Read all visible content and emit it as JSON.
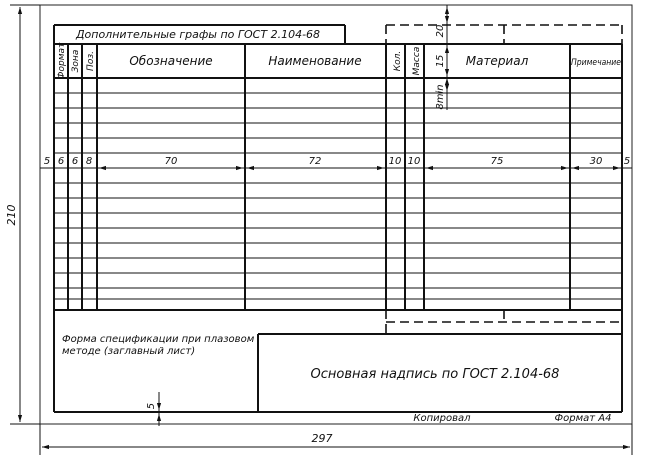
{
  "header": {
    "title": "Дополнительные графы по ГОСТ 2.104-68"
  },
  "columns": [
    {
      "key": "format",
      "label": "Формат",
      "width": "6"
    },
    {
      "key": "zone",
      "label": "Зона",
      "width": "6"
    },
    {
      "key": "pos",
      "label": "Поз.",
      "width": "8"
    },
    {
      "key": "designation",
      "label": "Обозначение",
      "width": "70"
    },
    {
      "key": "name",
      "label": "Наименование",
      "width": "72"
    },
    {
      "key": "qty",
      "label": "Кол.",
      "width": "10"
    },
    {
      "key": "mass",
      "label": "Масса",
      "width": "10"
    },
    {
      "key": "material",
      "label": "Материал",
      "width": "75"
    },
    {
      "key": "note",
      "label": "Примечание",
      "width": "30"
    }
  ],
  "margins": {
    "left": "5",
    "right": "5"
  },
  "vertical_dims": {
    "top": "20",
    "header": "15",
    "row_min": "8min",
    "bottom_gap": "5"
  },
  "overall": {
    "width": "297",
    "height": "210"
  },
  "bottom_left_note": {
    "line1": "Форма спецификации при плазовом",
    "line2": "методе (заглавный лист)"
  },
  "title_block": {
    "text": "Основная надпись по ГОСТ 2.104-68"
  },
  "footer": {
    "copied": "Копировал",
    "format": "Формат А4"
  }
}
